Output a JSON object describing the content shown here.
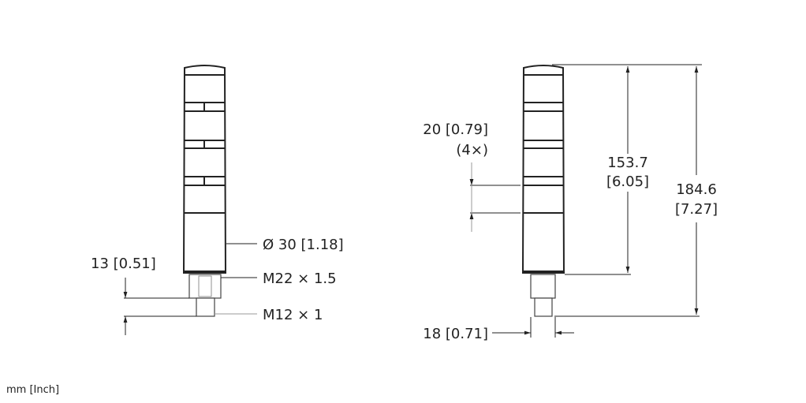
{
  "units_note": "mm [Inch]",
  "left_view": {
    "diameter": "Ø 30 [1.18]",
    "thread_main": "M22 × 1.5",
    "thread_connector": "M12 × 1",
    "thread_length": "13 [0.51]"
  },
  "right_view": {
    "segment_height": "20 [0.79]",
    "segment_count": "(4×)",
    "body_height_mm": "153.7",
    "body_height_in": "[6.05]",
    "total_height_mm": "184.6",
    "total_height_in": "[7.27]",
    "wrench_size": "18 [0.71]"
  }
}
